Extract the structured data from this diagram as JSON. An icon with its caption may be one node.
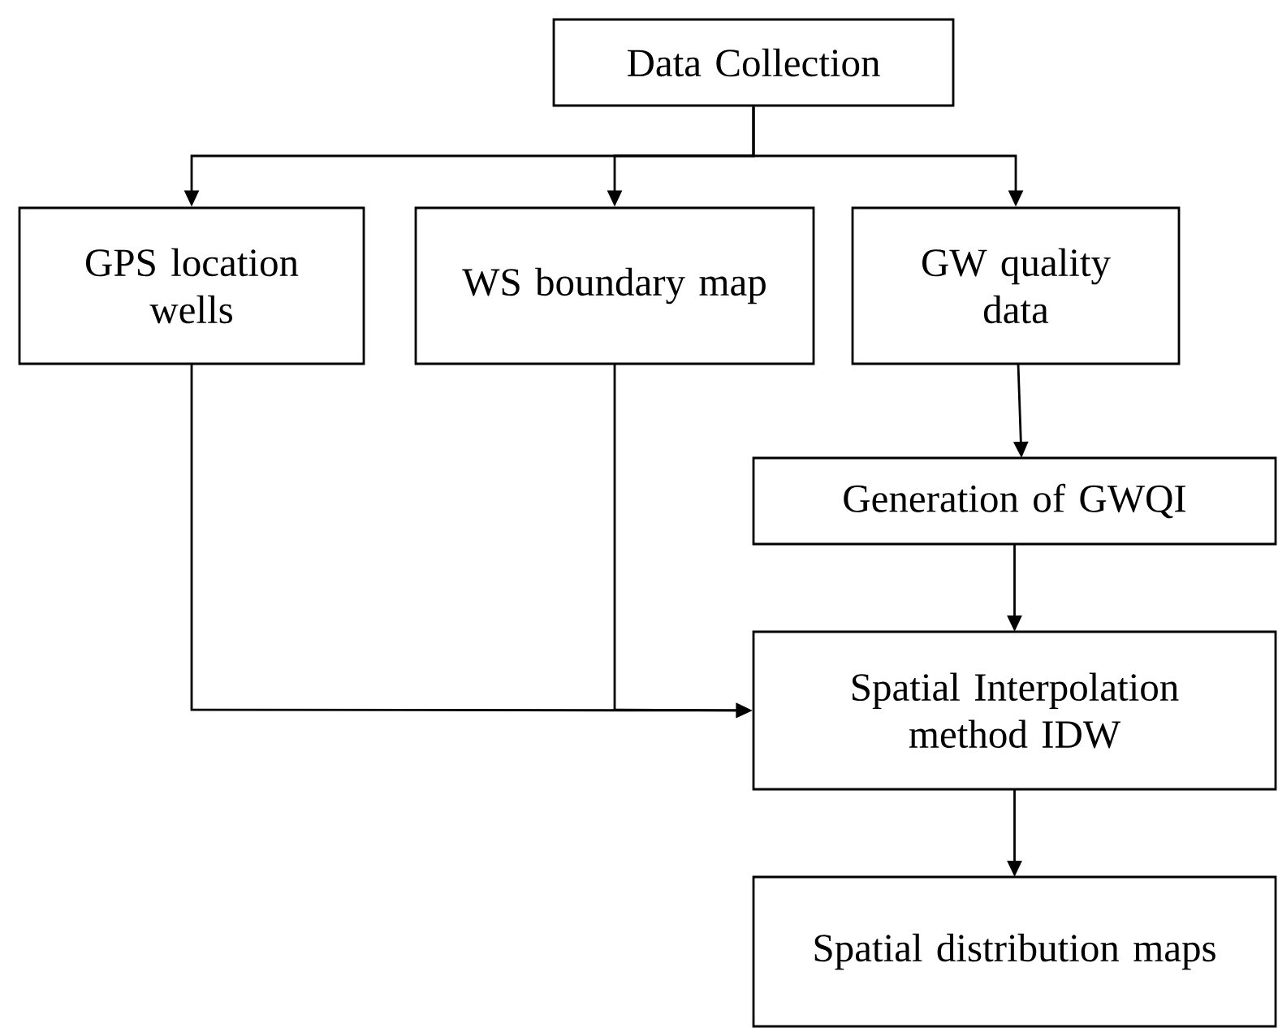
{
  "diagram": {
    "nodes": [
      {
        "text": [
          "Data Collection"
        ]
      },
      {
        "text": [
          "GPS location wells"
        ]
      },
      {
        "text": [
          "WS boundary map"
        ]
      },
      {
        "text": [
          "GW quality data"
        ]
      },
      {
        "text": [
          "Generation of GWQI"
        ]
      },
      {
        "text": [
          "Spatial Interpolation method IDW"
        ]
      },
      {
        "text": [
          "Spatial distribution maps"
        ]
      }
    ],
    "edges": [
      {
        "from": 0,
        "to": 1,
        "arrow": "to"
      },
      {
        "from": 0,
        "to": 2,
        "arrow": "to"
      },
      {
        "from": 0,
        "to": 3,
        "arrow": "to"
      },
      {
        "from": 3,
        "to": 4,
        "arrow": "to"
      },
      {
        "from": 4,
        "to": 5,
        "arrow": "to"
      },
      {
        "from": 1,
        "to": 5,
        "arrow": "to"
      },
      {
        "from": 2,
        "to": 5,
        "arrow": "to"
      },
      {
        "from": 5,
        "to": 6,
        "arrow": "to"
      }
    ]
  }
}
